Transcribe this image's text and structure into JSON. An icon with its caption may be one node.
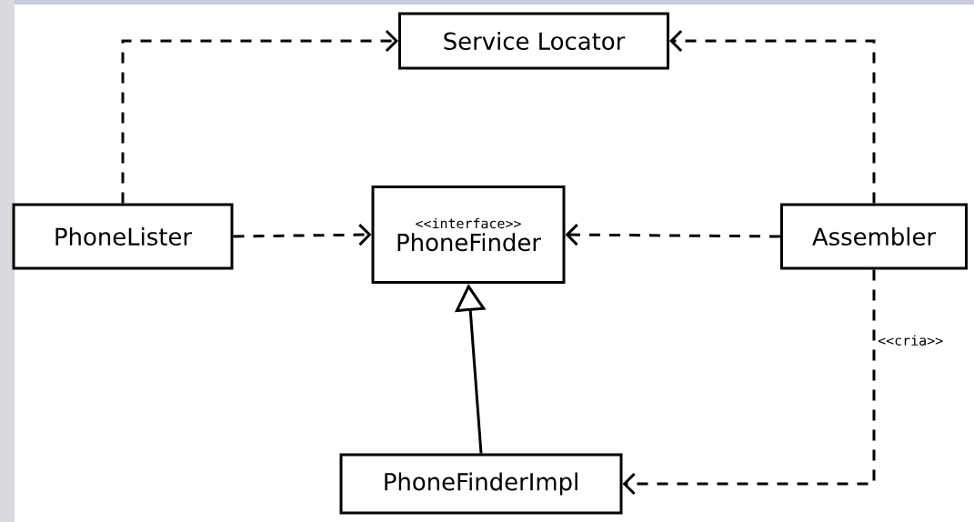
{
  "diagram": {
    "nodes": [
      {
        "text": [
          "Service Locator"
        ]
      },
      {
        "text": [
          "PhoneLister"
        ]
      },
      {
        "text": [
          "<<interface>>",
          "PhoneFinder"
        ]
      },
      {
        "text": [
          "Assembler"
        ]
      },
      {
        "text": [
          "PhoneFinderImpl"
        ]
      }
    ],
    "edges": [
      {
        "from": 1,
        "to": 0,
        "arrow": "to",
        "style": "dashed"
      },
      {
        "from": 3,
        "to": 0,
        "arrow": "to",
        "style": "dashed"
      },
      {
        "from": 1,
        "to": 2,
        "arrow": "to",
        "style": "dashed"
      },
      {
        "from": 3,
        "to": 2,
        "arrow": "to",
        "style": "dashed"
      },
      {
        "from": 4,
        "to": 2,
        "arrow": "to"
      },
      {
        "from": 3,
        "to": 4,
        "arrow": "to",
        "style": "dashed",
        "label": "<<cria>>"
      }
    ]
  }
}
